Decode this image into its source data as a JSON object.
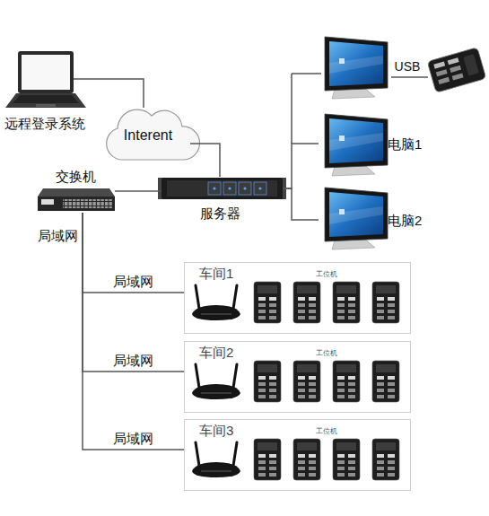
{
  "diagram": {
    "nodes": [
      {
        "text": [
          "远程登录系统"
        ]
      },
      {
        "text": [
          "Interent"
        ]
      },
      {
        "text": [
          "交换机"
        ]
      },
      {
        "text": [
          "服务器"
        ]
      },
      {
        "text": [
          "电脑1"
        ]
      },
      {
        "text": [
          "电脑2"
        ]
      },
      {
        "text": [
          "车间1",
          "工位机"
        ]
      },
      {
        "text": [
          "车间2",
          "工位机"
        ]
      },
      {
        "text": [
          "车间3",
          "工位机"
        ]
      }
    ],
    "edges": [
      {
        "from": 0,
        "to": 1,
        "arrow": "none"
      },
      {
        "from": 1,
        "to": 3,
        "arrow": "none"
      },
      {
        "from": 2,
        "to": 3,
        "arrow": "none"
      },
      {
        "from": 3,
        "to": 4,
        "arrow": "none"
      },
      {
        "from": 3,
        "to": 5,
        "arrow": "none"
      },
      {
        "from": 2,
        "to": 6,
        "label": "局域网",
        "arrow": "none"
      },
      {
        "from": 2,
        "to": 7,
        "label": "局域网",
        "arrow": "none"
      },
      {
        "from": 2,
        "to": 8,
        "label": "局域网",
        "arrow": "none"
      }
    ],
    "labels": [
      "局域网",
      "USB"
    ]
  }
}
